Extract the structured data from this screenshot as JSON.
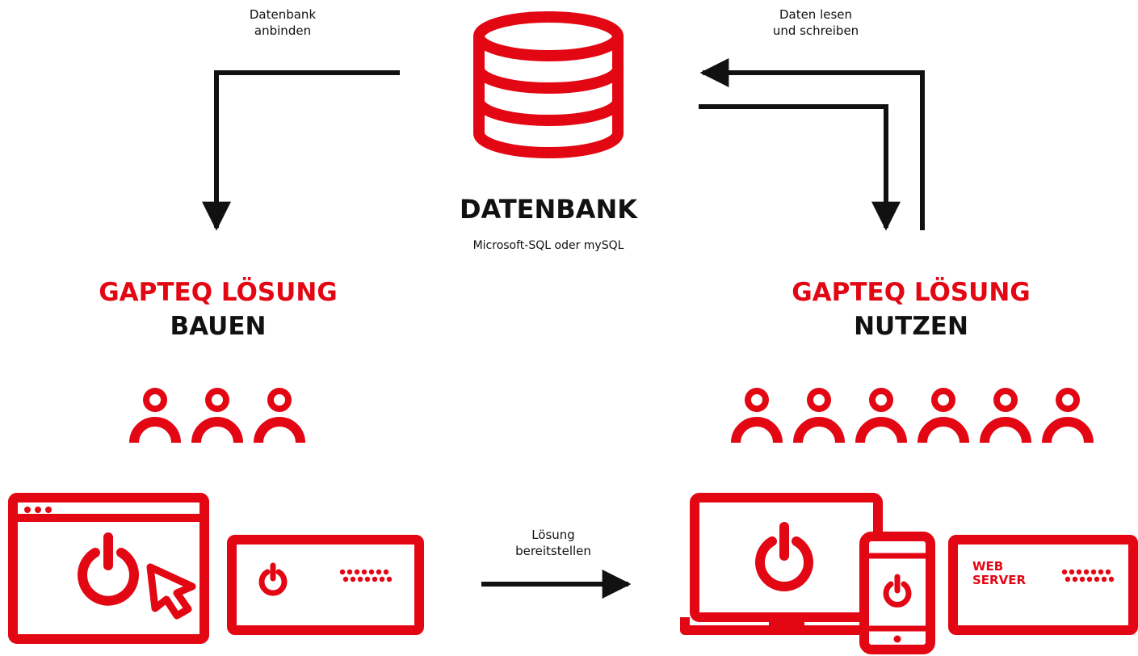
{
  "colors": {
    "accent": "#e30613",
    "ink": "#111111",
    "background": "#ffffff"
  },
  "database": {
    "icon": "database-icon",
    "title": "DATENBANK",
    "subtitle": "Microsoft-SQL oder mySQL"
  },
  "arrows": {
    "connect_db": {
      "line1": "Datenbank",
      "line2": "anbinden"
    },
    "read_write": {
      "line1": "Daten lesen",
      "line2": "und schreiben"
    },
    "deploy": {
      "line1": "Lösung",
      "line2": "bereitstellen"
    }
  },
  "build": {
    "title_red": "GAPTEQ LÖSUNG",
    "title_black": "BAUEN",
    "user_count": 3,
    "icons": [
      "users-icon",
      "browser-window-icon",
      "power-icon",
      "cursor-icon",
      "server-icon"
    ]
  },
  "use": {
    "title_red": "GAPTEQ LÖSUNG",
    "title_black": "NUTZEN",
    "user_count": 6,
    "icons": [
      "users-icon",
      "laptop-icon",
      "smartphone-icon",
      "power-icon",
      "web-server-icon"
    ],
    "server_label_line1": "WEB",
    "server_label_line2": "SERVER"
  }
}
